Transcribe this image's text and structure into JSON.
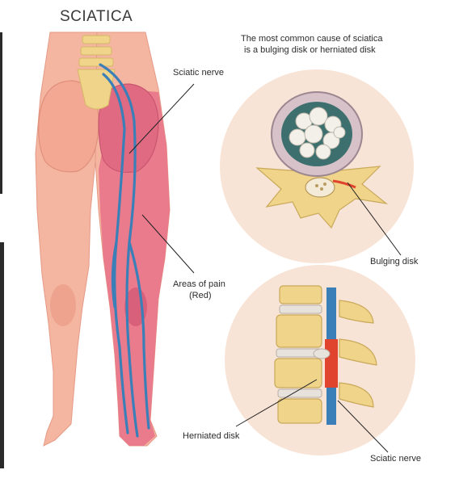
{
  "title": "SCIATICA",
  "caption_line1": "The most common cause of sciatica",
  "caption_line2": "is a bulging disk or herniated disk",
  "labels": {
    "sciatic_nerve_top": "Sciatic nerve",
    "areas_of_pain_line1": "Areas of pain",
    "areas_of_pain_line2": "(Red)",
    "bulging_disk": "Bulging disk",
    "herniated_disk": "Herniated disk",
    "sciatic_nerve_bottom": "Sciatic nerve"
  },
  "colors": {
    "skin": "#f4b6a0",
    "pain": "#e87189",
    "nerve": "#3b7fb8",
    "bone": "#f0d48a",
    "disk": "#f3f0ea",
    "circle_bg": "#f8e4d6"
  }
}
